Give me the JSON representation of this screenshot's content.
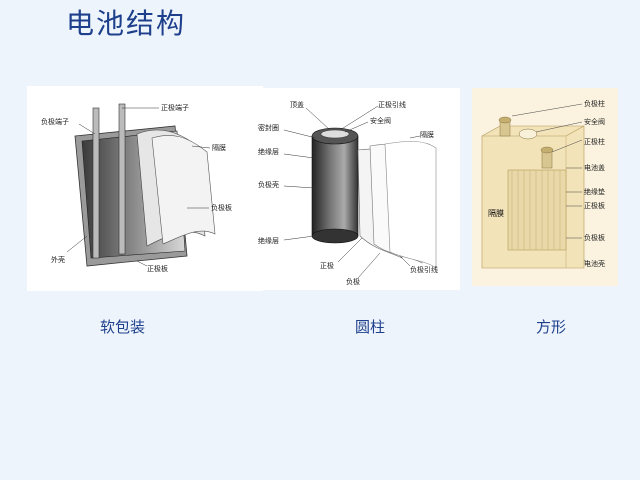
{
  "title": "电池结构",
  "captions": {
    "pouch": "软包装",
    "cylinder": "圆柱",
    "prismatic": "方形"
  },
  "pouch": {
    "labels": {
      "neg_tab": "负极端子",
      "pos_tab": "正极端子",
      "separator": "隔膜",
      "neg_plate": "负极板",
      "shell": "外壳",
      "pos_plate": "正极板"
    }
  },
  "cylinder": {
    "labels": {
      "top_cap": "顶盖",
      "pos_lead": "正极引线",
      "safety_valve": "安全阀",
      "seal_ring": "密封圈",
      "separator": "隔膜",
      "insulation_top": "绝缘层",
      "neg_shell": "负极壳",
      "insulation_bottom": "绝缘层",
      "positive": "正极",
      "negative": "负极",
      "neg_lead": "负极引线"
    }
  },
  "prismatic": {
    "labels": {
      "neg_post": "负极柱",
      "safety_valve": "安全阀",
      "pos_post": "正极柱",
      "cover": "电池盖",
      "insulation_pad": "绝缘垫",
      "pos_plate": "正极板",
      "separator": "隔膜",
      "neg_plate": "负极板",
      "shell": "电池壳"
    }
  }
}
